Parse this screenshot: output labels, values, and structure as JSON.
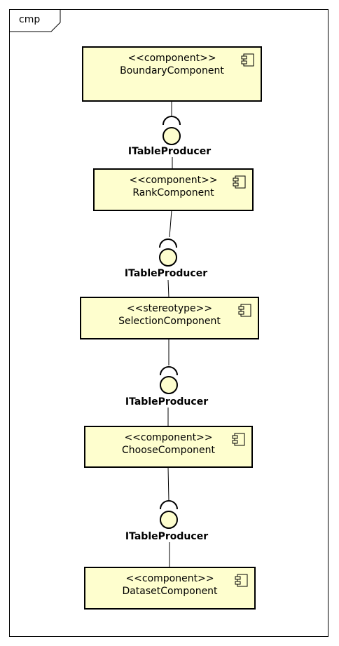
{
  "frame": {
    "label": "cmp"
  },
  "components": [
    {
      "stereotype": "<<component>>",
      "name": "BoundaryComponent"
    },
    {
      "stereotype": "<<component>>",
      "name": "RankComponent"
    },
    {
      "stereotype": "<<stereotype>>",
      "name": "SelectionComponent"
    },
    {
      "stereotype": "<<component>>",
      "name": "ChooseComponent"
    },
    {
      "stereotype": "<<component>>",
      "name": "DatasetComponent"
    }
  ],
  "interfaces": [
    {
      "name": "ITableProducer"
    },
    {
      "name": "ITableProducer"
    },
    {
      "name": "ITableProducer"
    },
    {
      "name": "ITableProducer"
    }
  ],
  "colors": {
    "component_fill": "#FEFECE",
    "interface_fill": "#FEFECE",
    "stroke": "#000000"
  },
  "icons": {
    "component": "component-icon"
  }
}
